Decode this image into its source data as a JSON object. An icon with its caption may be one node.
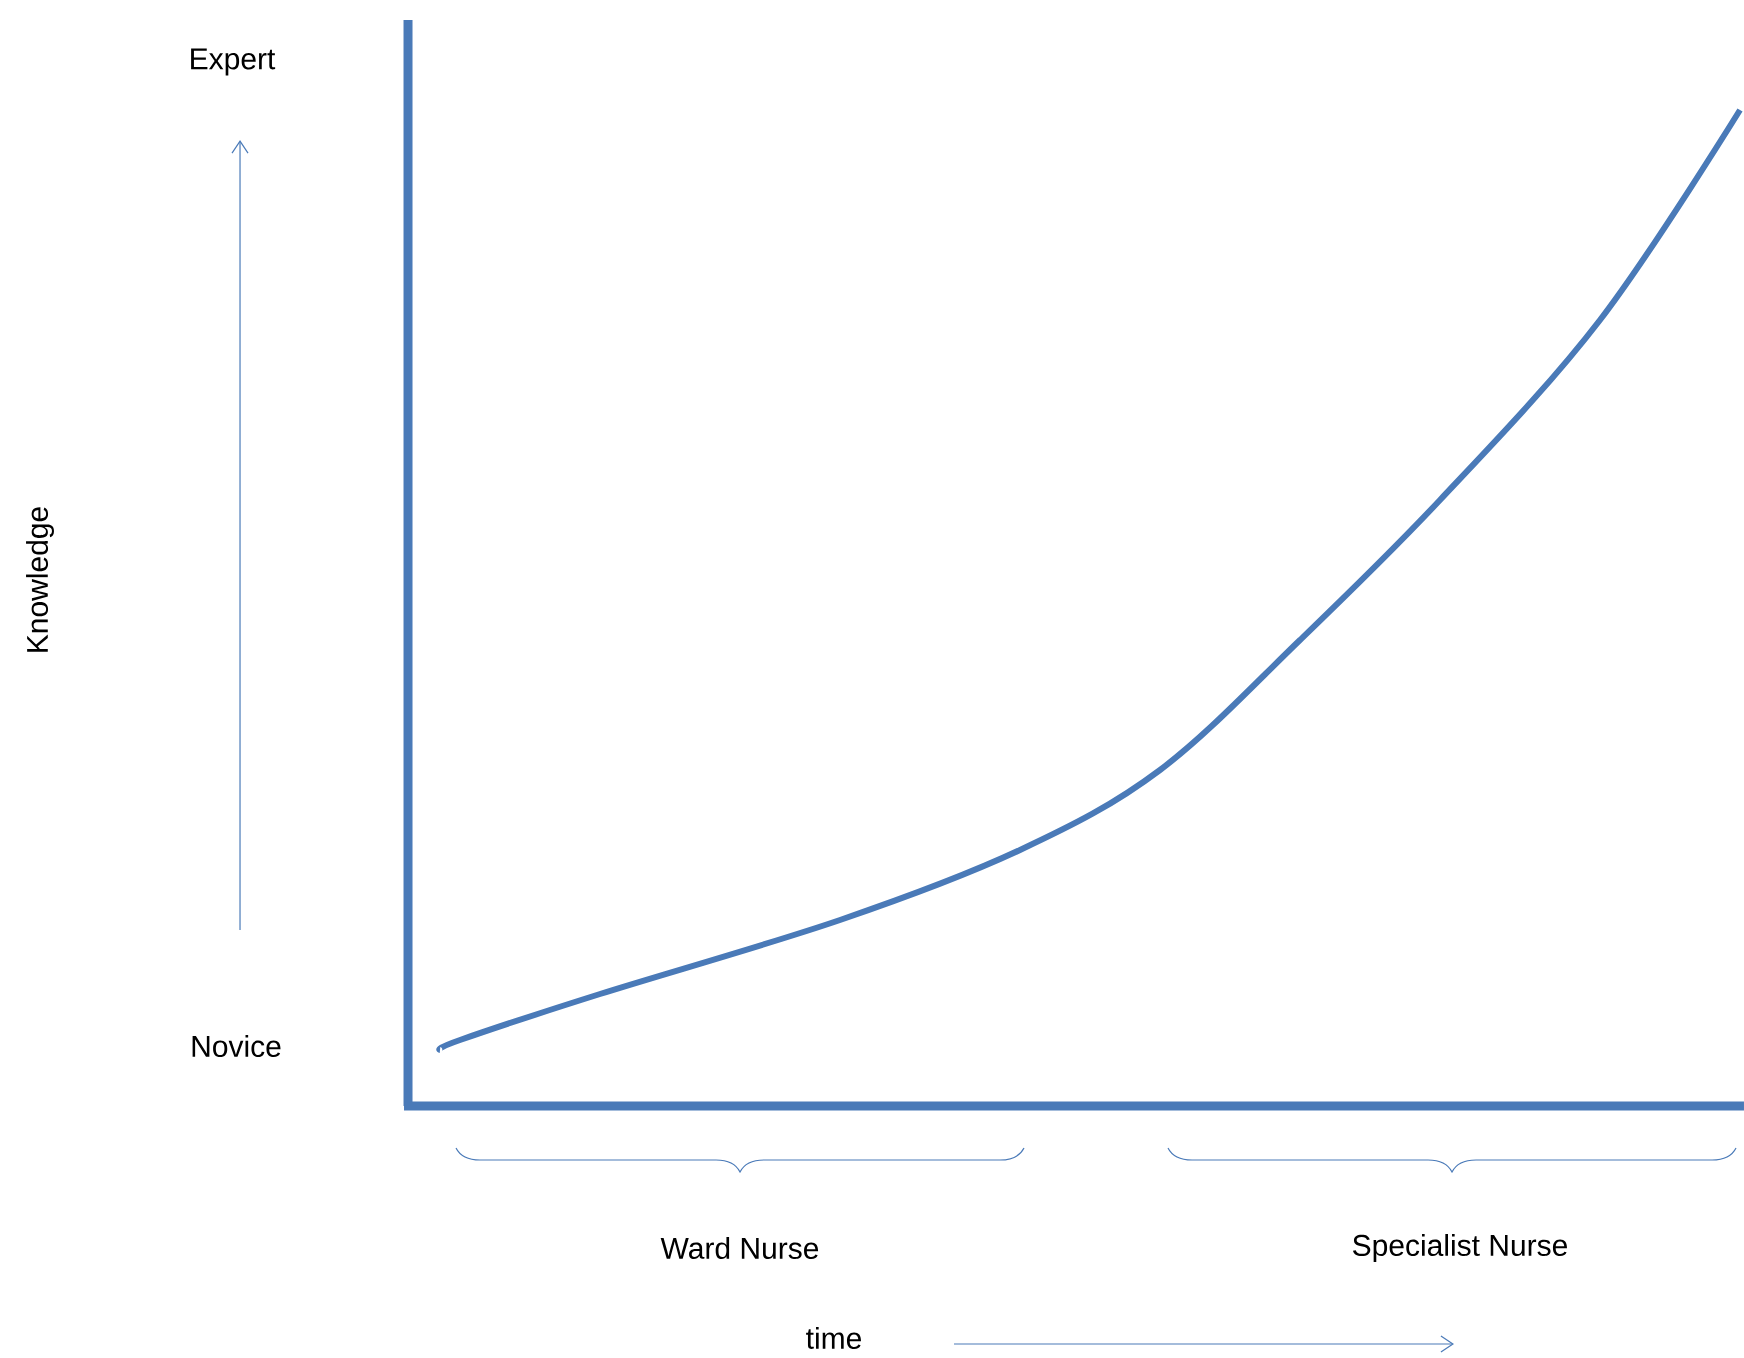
{
  "diagram": {
    "labels": [
      "Expert",
      "Knowledge",
      "Novice",
      "Ward Nurse",
      "Specialist Nurse",
      "time"
    ]
  }
}
